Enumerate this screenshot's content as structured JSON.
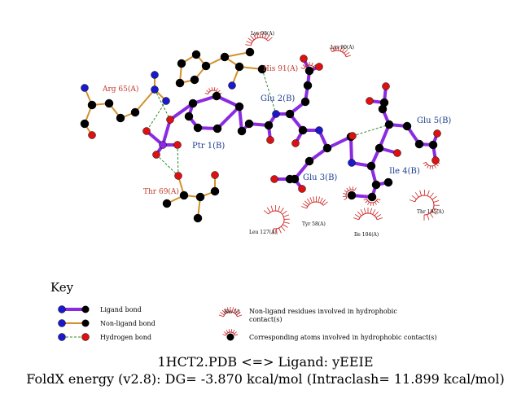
{
  "key": {
    "title": "Key",
    "ligand_bond": "Ligand bond",
    "nonligand_bond": "Non-ligand bond",
    "hbond": "Hydrogen bond",
    "hydrophobic_example": "His 53",
    "hydrophobic_residues_line1": "Non-ligand residues involved in hydrophobic",
    "hydrophobic_residues_line2": "contact(s)",
    "hydrophobic_atoms": "Corresponding atoms involved in hydrophobic contact(s)"
  },
  "caption": {
    "line1": "1HCT2.PDB <=> Ligand: yEEIE",
    "line2": "FoldX energy (v2.8): DG= -3.870 kcal/mol (Intraclash= 11.899 kcal/mol)"
  },
  "residues": {
    "ligand": [
      "Ptr 1(B)",
      "Glu 2(B)",
      "Glu 3(B)",
      "Ile 4(B)",
      "Glu 5(B)"
    ],
    "hbond_partners": [
      "Arg 65(A)",
      "His 91(A)",
      "Thr 69(A)"
    ],
    "hydrophobic": [
      "Lys 98(A)",
      "Lys 90(A)",
      "Leu 127(A)",
      "Tyr 58(A)",
      "Ile 104(A)",
      "Thr 105(A)"
    ]
  },
  "colors": {
    "ligand_bond": "#8a2be2",
    "nonligand_bond": "#d4902c",
    "hbond": "#2e8b2e",
    "carbon": "#000000",
    "nitrogen": "#1a1acc",
    "oxygen": "#dd1111",
    "phosphorus": "#8a2be2",
    "hydrophobic_arc": "#cc2222",
    "residue_label": "#c0392b",
    "ligand_label": "#1d3c8f"
  }
}
